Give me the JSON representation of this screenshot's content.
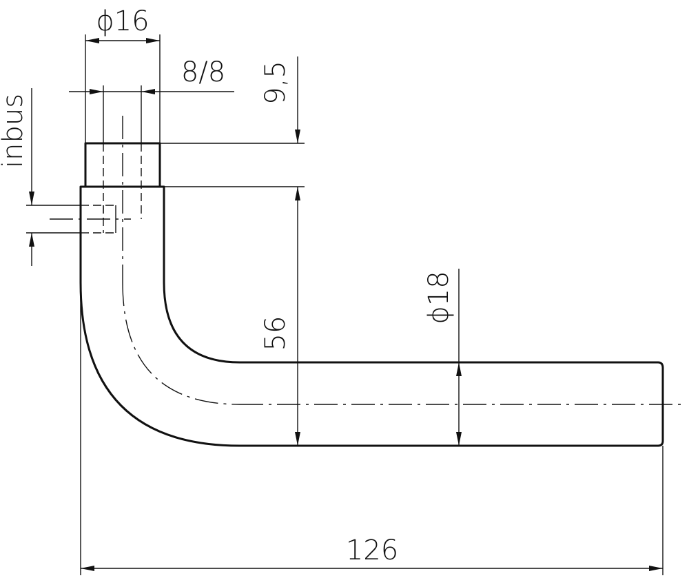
{
  "drawing": {
    "dimensions": {
      "rose_diameter": "ϕ16",
      "square_spindle": "8/8",
      "rose_height": "9,5",
      "handle_height": "56",
      "grip_diameter": "ϕ18",
      "overall_length": "126",
      "set_screw": "inbus"
    },
    "colors": {
      "line": "#111111",
      "background": "#ffffff"
    }
  }
}
